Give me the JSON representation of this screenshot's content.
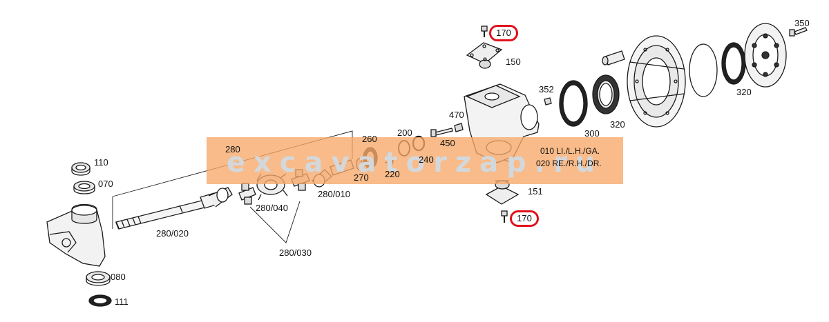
{
  "diagram": {
    "part_labels": {
      "l110": "110",
      "l070": "070",
      "l080": "080",
      "l111": "111",
      "l280": "280",
      "l280_020": "280/020",
      "l280_030": "280/030",
      "l280_040": "280/040",
      "l280_010": "280/010",
      "l270": "270",
      "l260": "260",
      "l220": "220",
      "l200": "200",
      "l240": "240",
      "l450": "450",
      "l470": "470",
      "l150": "150",
      "l151": "151",
      "l352": "352",
      "l300": "300",
      "l320a": "320",
      "l320b": "320",
      "l350": "350"
    },
    "highlighted_labels": {
      "top": "170",
      "bottom": "170"
    },
    "notes": {
      "left_hand": "010 LI./L.H./GA.",
      "right_hand": "020 RE./R.H./DR."
    },
    "watermark": "excavatorzap.ru",
    "colors": {
      "highlight": "#e0121b",
      "watermark_band": "#f6a868",
      "line": "#1a1a1a"
    }
  }
}
